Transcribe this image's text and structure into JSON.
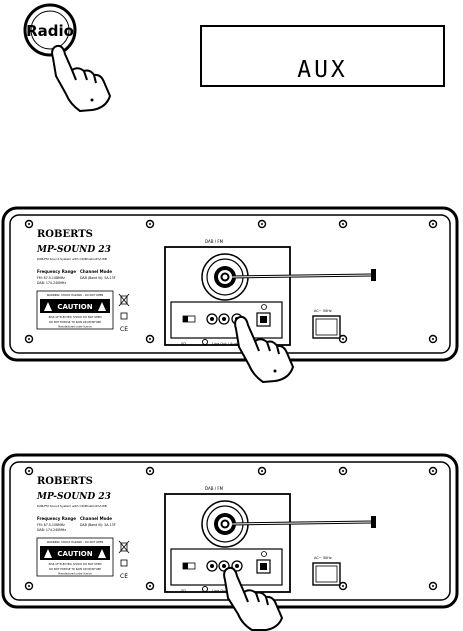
{
  "radio_button": {
    "label": "Radio"
  },
  "display": {
    "text": "AUX"
  },
  "panel": {
    "brand": "ROBERTS",
    "model": "MP-SOUND 23",
    "tagline": "DAB/FM Sound System with CD/Bluetooth/USB",
    "freq_heading": "Frequency Range",
    "freq_fm": "FM: 87.5-108MHz",
    "freq_dab": "DAB: 174-240MHz",
    "channel_heading": "Channel Mode",
    "channel_value": "DAB (Band III): 5A-13F",
    "antenna_label": "DAB / FM",
    "power_label": "AC~ 50Hz",
    "sd_label": "SD",
    "lineout_label": "Line Out / Audio In",
    "caution_word": "CAUTION",
    "caution_top": "WARNING: SHOCK HAZARD - DO NOT OPEN",
    "caution_sub": "RISK OF ELECTRIC SHOCK DO NOT OPEN",
    "caution_bottom": "DO NOT EXPOSE TO RAIN OR MOISTURE",
    "fine_print": "Manufactured under licence"
  }
}
